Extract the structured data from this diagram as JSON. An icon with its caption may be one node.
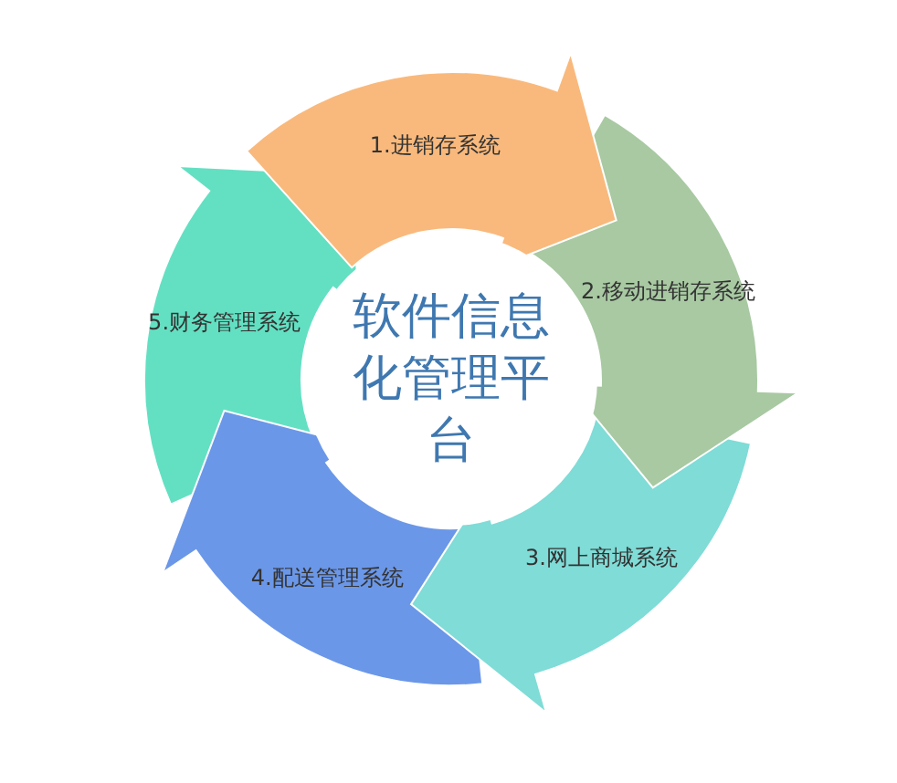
{
  "diagram": {
    "nodes": [
      {
        "text": [
          "1.进销存系统"
        ]
      },
      {
        "text": [
          "2.移动进销存系统"
        ]
      },
      {
        "text": [
          "3.网上商城系统"
        ]
      },
      {
        "text": [
          "4.配送管理系统"
        ]
      },
      {
        "text": [
          "5.财务管理系统"
        ]
      },
      {
        "text": [
          "软件信息化管理平台"
        ]
      }
    ]
  }
}
